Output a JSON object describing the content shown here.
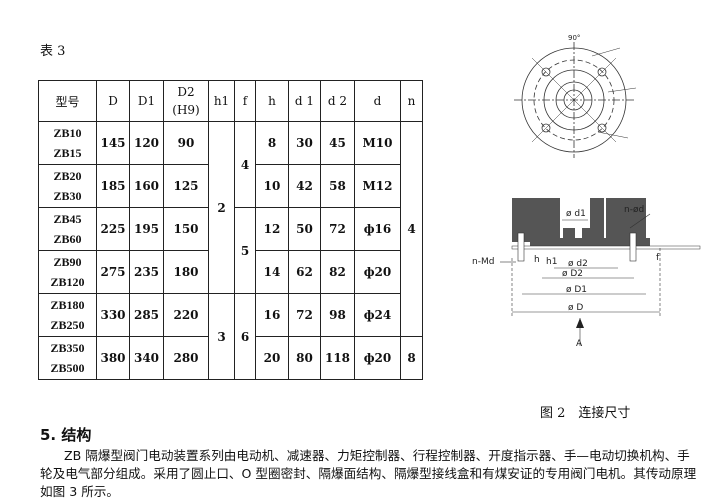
{
  "table_caption": "表 3",
  "headers": [
    "型号",
    "D",
    "D1",
    "D2 (H9)",
    "h1",
    "f",
    "h",
    "d 1",
    "d 2",
    "d",
    "n"
  ],
  "rows": [
    {
      "model1": "ZB10",
      "model2": "ZB15",
      "D": "145",
      "D1": "120",
      "D2": "90",
      "h": "8",
      "d1": "30",
      "d2": "45",
      "d": "M10"
    },
    {
      "model1": "ZB20",
      "model2": "ZB30",
      "D": "185",
      "D1": "160",
      "D2": "125",
      "h": "10",
      "d1": "42",
      "d2": "58",
      "d": "M12"
    },
    {
      "model1": "ZB45",
      "model2": "ZB60",
      "D": "225",
      "D1": "195",
      "D2": "150",
      "h": "12",
      "d1": "50",
      "d2": "72",
      "d": "ф16"
    },
    {
      "model1": "ZB90",
      "model2": "ZB120",
      "D": "275",
      "D1": "235",
      "D2": "180",
      "h": "14",
      "d1": "62",
      "d2": "82",
      "d": "ф20"
    },
    {
      "model1": "ZB180",
      "model2": "ZB250",
      "D": "330",
      "D1": "285",
      "D2": "220",
      "h": "16",
      "d1": "72",
      "d2": "98",
      "d": "ф24"
    },
    {
      "model1": "ZB350",
      "model2": "ZB500",
      "D": "380",
      "D1": "340",
      "D2": "280",
      "h": "20",
      "d1": "80",
      "d2": "118",
      "d": "ф20"
    }
  ],
  "merged": {
    "h1_a": "2",
    "h1_b": "3",
    "f_a": "4",
    "f_b": "5",
    "f_c": "6",
    "n_a": "4",
    "n_b": "8"
  },
  "figure": {
    "caption": "图 2　连接尺寸",
    "top_angle": "90°",
    "label_n_md": "n-Md",
    "label_n_d": "n-ød",
    "label_d1": "ø d1",
    "label_d2": "ø d2",
    "label_D2": "ø D2",
    "label_D1": "ø D1",
    "label_D": "ø D",
    "label_h": "h",
    "label_h1": "h1",
    "label_f": "f",
    "label_A": "A"
  },
  "section_title": "5. 结构",
  "paragraph": "ZB 隔爆型阀门电动装置系列由电动机、减速器、力矩控制器、行程控制器、开度指示器、手—电动切换机构、手轮及电气部分组成。采用了圆止口、O 型圈密封、隔爆面结构、隔爆型接线盒和有煤安证的专用阀门电机。其传动原理如图 3 所示。"
}
